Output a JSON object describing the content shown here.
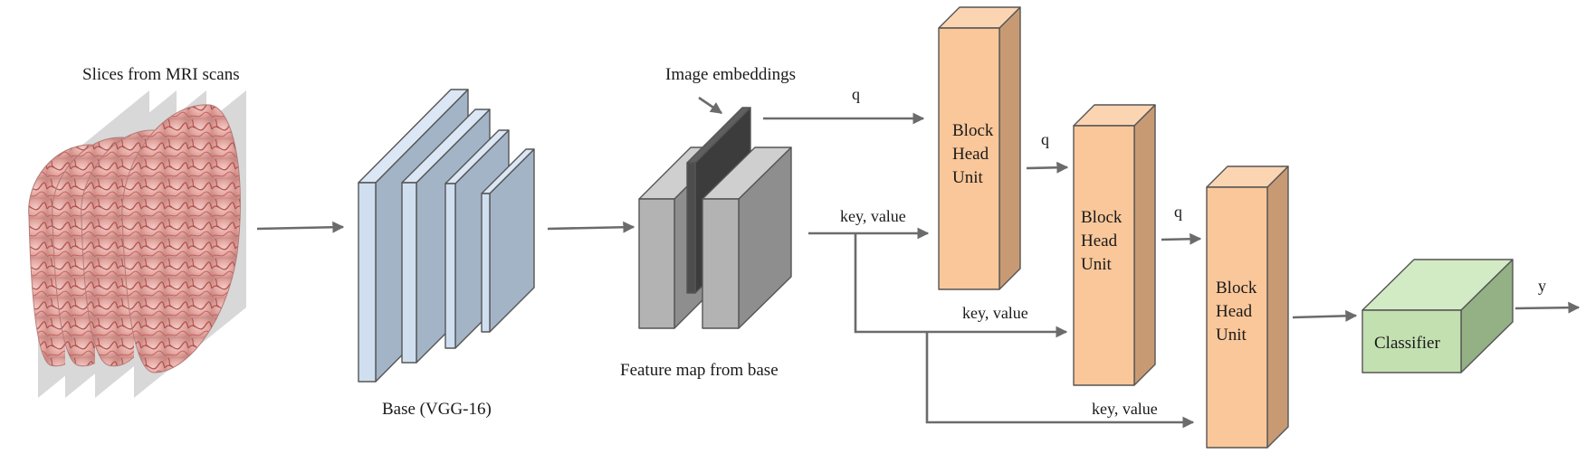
{
  "labels": {
    "slices": "Slices from MRI scans",
    "base": "Base (VGG-16)",
    "embeddings": "Image embeddings",
    "feature_map": "Feature map from base",
    "q": "q",
    "key_value": "key,  value",
    "block_line1": "Block",
    "block_line2": "Head",
    "block_line3": "Unit",
    "classifier": "Classifier",
    "y": "y"
  },
  "colors": {
    "vgg_front": "#cfdff0",
    "vgg_side": "#a3b4c6",
    "feature_front": "#b3b3b3",
    "feature_side": "#8e8e8e",
    "embedding": "#4d4d4d",
    "block_front": "#f9c79a",
    "block_side": "#c89a74",
    "classifier_front": "#c3e0b1",
    "classifier_side": "#93b184",
    "arrow": "#6b6b6b"
  },
  "icons": {
    "mri_slice": "brain-mri-slice-icon"
  }
}
